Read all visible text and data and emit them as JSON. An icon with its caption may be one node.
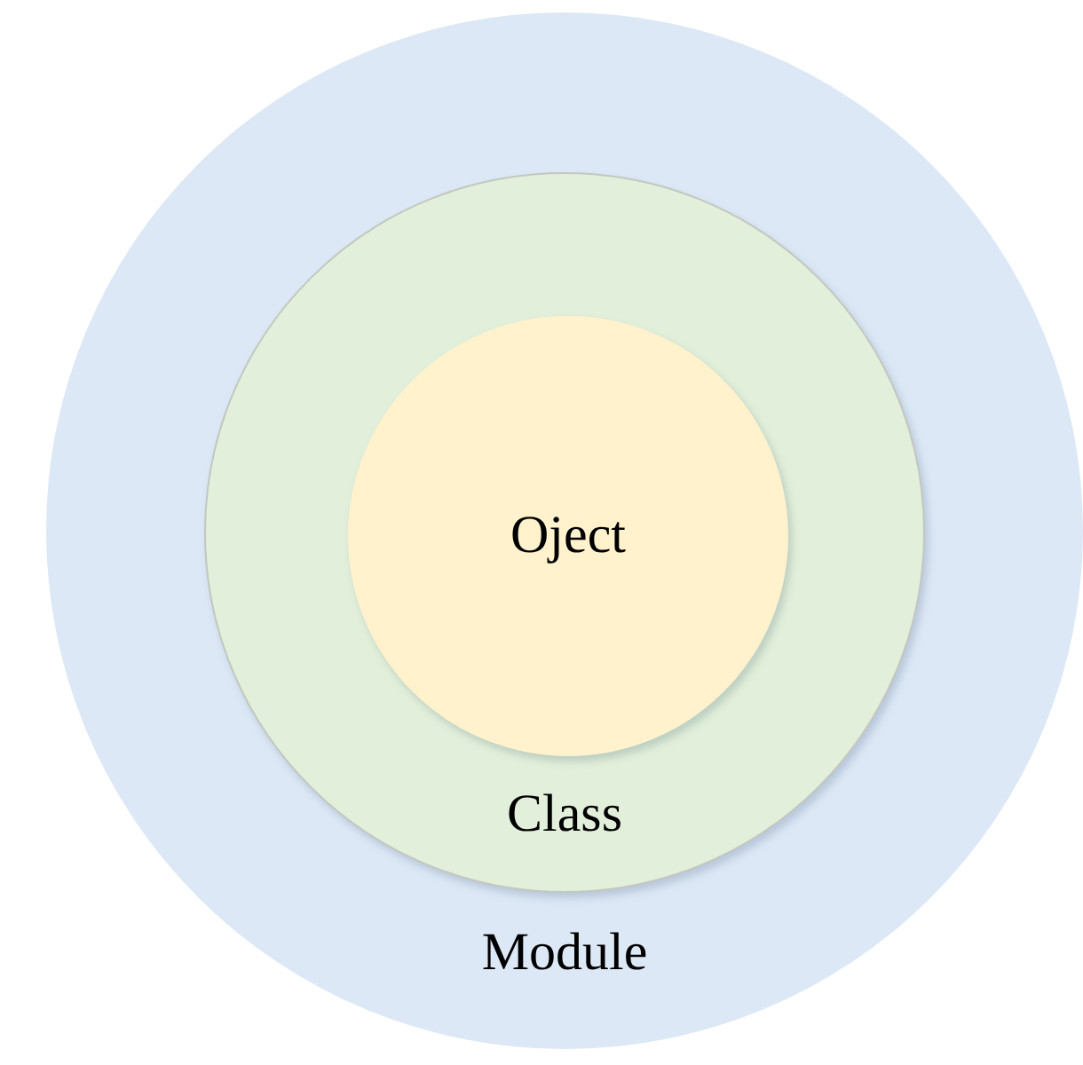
{
  "diagram": {
    "nodes": [
      {
        "text": [
          "Module"
        ]
      },
      {
        "text": [
          "Class"
        ],
        "in": 0
      },
      {
        "text": [
          "Oject"
        ],
        "in": 1
      }
    ]
  }
}
